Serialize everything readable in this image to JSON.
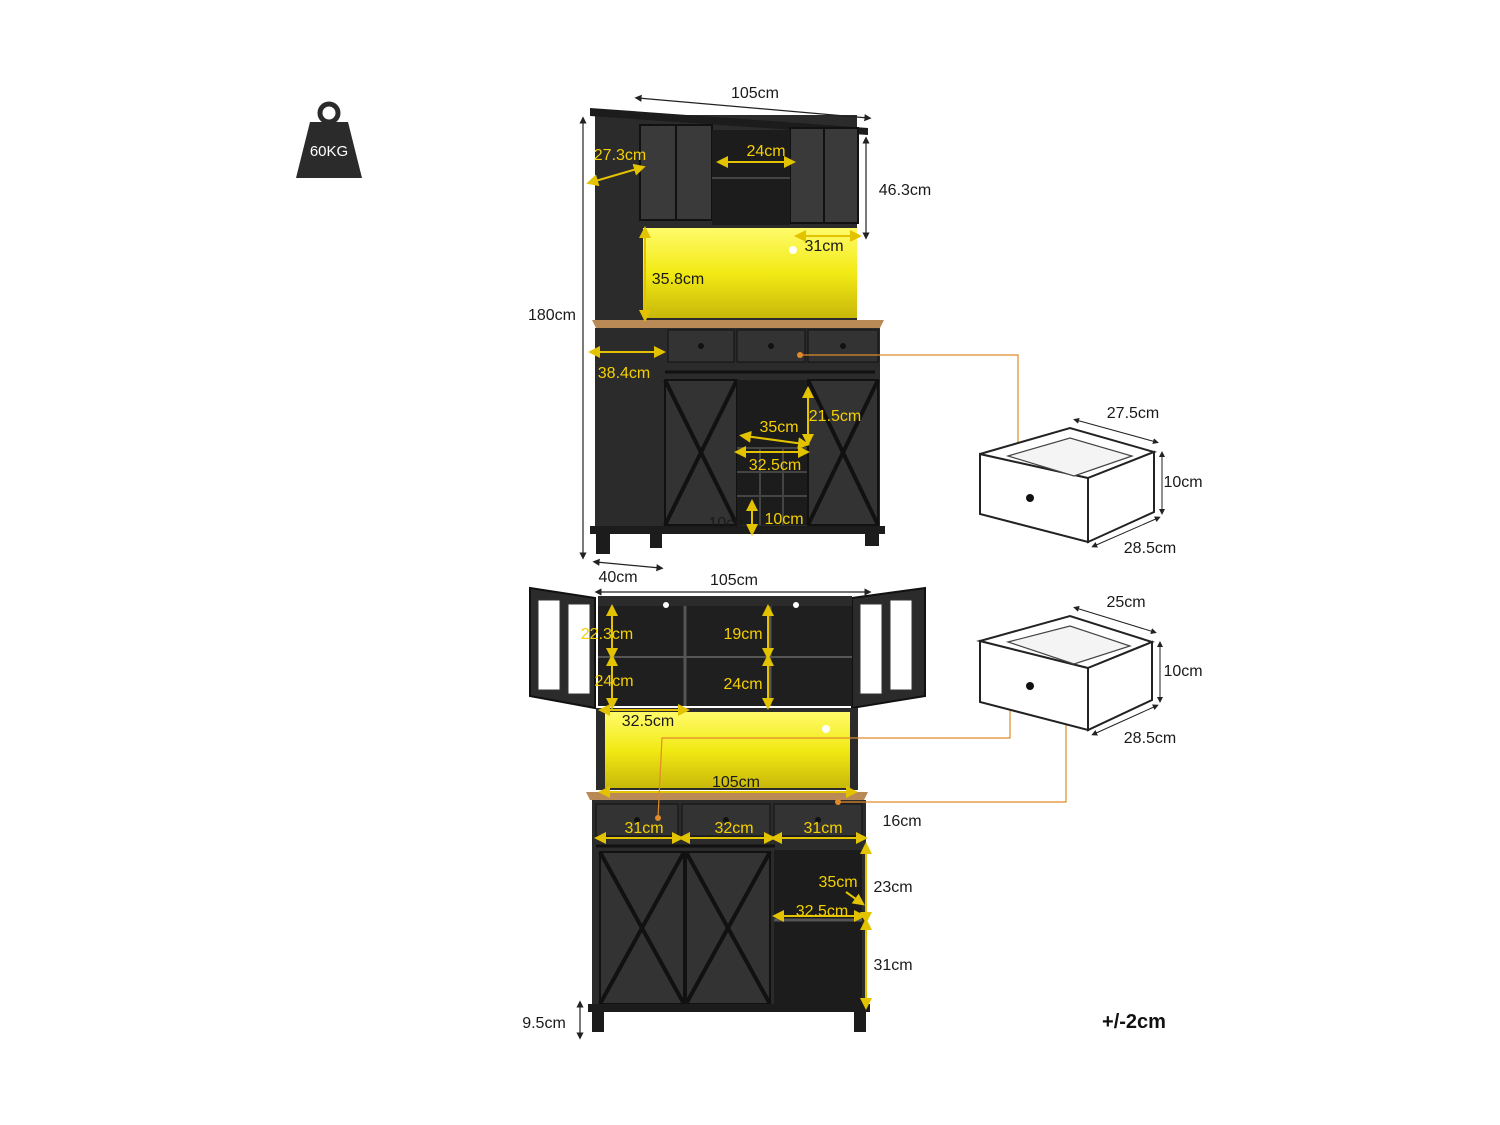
{
  "colors": {
    "cabinet": "#2b2b2b",
    "cabinet_dark": "#1c1c1c",
    "wood_top": "#b98a55",
    "led": "#f2ea14",
    "dim_yellow": "#e3c300",
    "leader_orange": "#e08a2a",
    "line_dark": "#222222"
  },
  "weight": {
    "label": "60KG",
    "icon": "kettlebell-weight-icon"
  },
  "tolerance": "+/-2cm",
  "top_view": {
    "width": "105cm",
    "depth": "27.3cm",
    "center_shelf": "24cm",
    "hutch_height": "46.3cm",
    "light_shelf_width": "31cm",
    "light_opening_height": "35.8cm",
    "height": "180cm",
    "base_depth": "38.4cm",
    "wine_width": "35cm",
    "side_height": "21.5cm",
    "wine_inner": "32.5cm",
    "cube_a": "10cm",
    "cube_b": "10cm",
    "depth_bottom": "40cm"
  },
  "bottom_view": {
    "width": "105cm",
    "upper_shelf_left": "22.3cm",
    "upper_shelf_center": "19cm",
    "lower_shelf_left": "24cm",
    "lower_shelf_center": "24cm",
    "shelf_width": "32.5cm",
    "counter_width": "105cm",
    "drawer_left": "31cm",
    "drawer_center": "32cm",
    "drawer_right": "31cm",
    "drawer_height": "16cm",
    "side_depth": "35cm",
    "side_upper": "23cm",
    "side_width": "32.5cm",
    "side_lower": "31cm",
    "leg_height": "9.5cm"
  },
  "drawer_large": {
    "width": "27.5cm",
    "height": "10cm",
    "depth": "28.5cm"
  },
  "drawer_small": {
    "width": "25cm",
    "height": "10cm",
    "depth": "28.5cm"
  }
}
